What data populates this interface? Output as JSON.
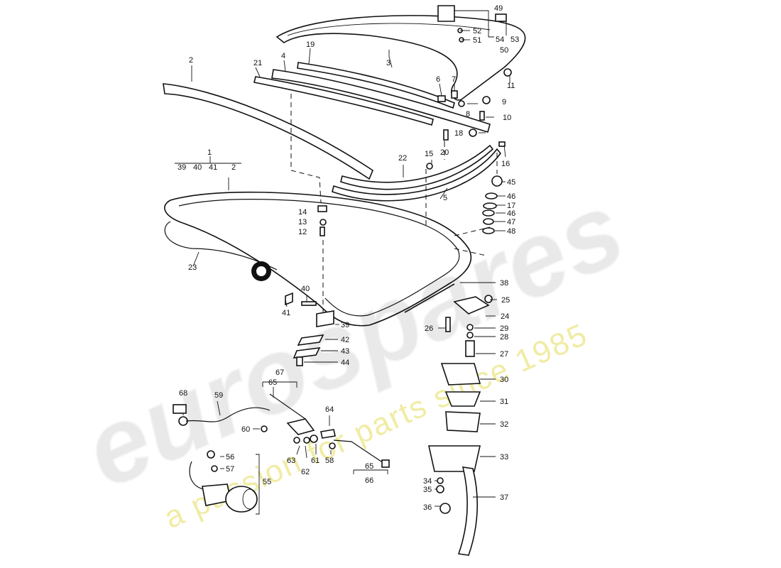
{
  "watermark": {
    "brand": "eurospares",
    "tagline": "a passion for parts since 1985"
  },
  "callouts": [
    "1",
    "2",
    "3",
    "4",
    "5",
    "6",
    "7",
    "8",
    "9",
    "10",
    "11",
    "12",
    "13",
    "14",
    "15",
    "16",
    "17",
    "18",
    "19",
    "20",
    "21",
    "22",
    "23",
    "24",
    "25",
    "26",
    "27",
    "28",
    "29",
    "30",
    "31",
    "32",
    "33",
    "34",
    "35",
    "36",
    "37",
    "38",
    "39",
    "40",
    "41",
    "42",
    "43",
    "44",
    "45",
    "46",
    "47",
    "48",
    "49",
    "50",
    "51",
    "52",
    "53",
    "54",
    "55",
    "56",
    "57",
    "58",
    "59",
    "60",
    "61",
    "62",
    "63",
    "64",
    "65",
    "66",
    "67",
    "68"
  ],
  "group_labels": {
    "g1_a": "39",
    "g1_b": "40",
    "g1_c": "41",
    "g1_d": "2",
    "g46b": "46",
    "g65b": "65"
  }
}
